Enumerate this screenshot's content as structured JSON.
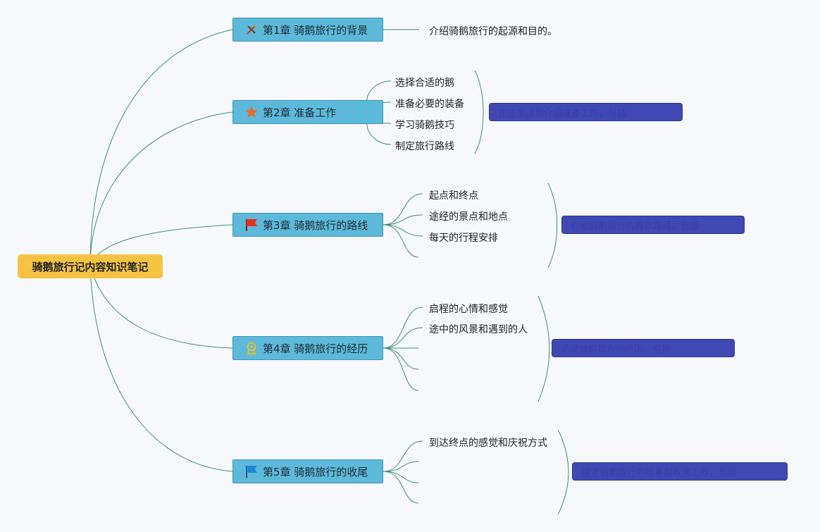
{
  "root": {
    "title": "骑鹅旅行记内容知识笔记"
  },
  "chapters": [
    {
      "label": "第1章 骑鹅旅行的背景",
      "icon": "pencil-ruler-icon",
      "leaves": [
        "介绍骑鹅旅行的起源和目的。"
      ],
      "summary": ""
    },
    {
      "label": "第2章 准备工作",
      "icon": "star-icon",
      "leaves": [
        "选择合适的鹅",
        "准备必要的装备",
        "学习骑鹅技巧",
        "制定旅行路线"
      ],
      "summary": "在这里详细介绍准备工作，包括"
    },
    {
      "label": "第3章 骑鹅旅行的路线",
      "icon": "red-flag-icon",
      "leaves": [
        "起点和终点",
        "途经的景点和地点",
        "每天的行程安排"
      ],
      "summary": "介绍骑鹅旅行的具体路线，包括"
    },
    {
      "label": "第4章 骑鹅旅行的经历",
      "icon": "award-medal-icon",
      "leaves": [
        "启程的心情和感觉",
        "途中的风景和遇到的人"
      ],
      "summary": "记录骑鹅旅行的经历，包括"
    },
    {
      "label": "第5章 骑鹅旅行的收尾",
      "icon": "blue-flag-icon",
      "leaves": [
        "到达终点的感觉和庆祝方式"
      ],
      "summary": "描述骑鹅旅行的结束和收尾工作，包括"
    }
  ],
  "colors": {
    "connector": "#3d8f7c",
    "root": "#f5c242",
    "chapter": "#5db9d9",
    "summary": "#4048b4"
  }
}
